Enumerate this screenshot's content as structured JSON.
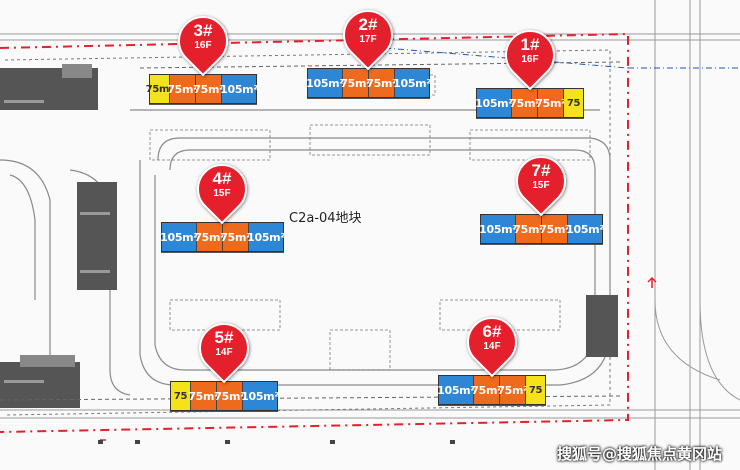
{
  "plot_label": "C2a-04地块",
  "watermark": "搜狐号@搜狐焦点黄冈站",
  "colors": {
    "unit_105": "#2e86d6",
    "unit_75": "#ee6a1c",
    "unit_75_small": "#f4e21a",
    "pin": "#e5202d",
    "boundary": "#e5202d"
  },
  "buildings": [
    {
      "id": "b3",
      "label": "3#",
      "floors": "16F",
      "units": [
        {
          "t": "75m²",
          "k": "y"
        },
        {
          "t": "75m²",
          "k": "o"
        },
        {
          "t": "75m²",
          "k": "o"
        },
        {
          "t": "105m²",
          "k": "b"
        }
      ]
    },
    {
      "id": "b2",
      "label": "2#",
      "floors": "17F",
      "units": [
        {
          "t": "105m²",
          "k": "b"
        },
        {
          "t": "75m²",
          "k": "o"
        },
        {
          "t": "75m²",
          "k": "o"
        },
        {
          "t": "105m²",
          "k": "b"
        }
      ]
    },
    {
      "id": "b1",
      "label": "1#",
      "floors": "16F",
      "units": [
        {
          "t": "105m²",
          "k": "b"
        },
        {
          "t": "75m²",
          "k": "o"
        },
        {
          "t": "75m²",
          "k": "o"
        },
        {
          "t": "75",
          "k": "y"
        }
      ]
    },
    {
      "id": "b4",
      "label": "4#",
      "floors": "15F",
      "units": [
        {
          "t": "105m²",
          "k": "b"
        },
        {
          "t": "75m²",
          "k": "o"
        },
        {
          "t": "75m²",
          "k": "o"
        },
        {
          "t": "105m²",
          "k": "b"
        }
      ]
    },
    {
      "id": "b7",
      "label": "7#",
      "floors": "15F",
      "units": [
        {
          "t": "105m²",
          "k": "b"
        },
        {
          "t": "75m²",
          "k": "o"
        },
        {
          "t": "75m²",
          "k": "o"
        },
        {
          "t": "105m²",
          "k": "b"
        }
      ]
    },
    {
      "id": "b5",
      "label": "5#",
      "floors": "14F",
      "units": [
        {
          "t": "75",
          "k": "y"
        },
        {
          "t": "75m²",
          "k": "o"
        },
        {
          "t": "75m²",
          "k": "o"
        },
        {
          "t": "105m²",
          "k": "b"
        }
      ]
    },
    {
      "id": "b6",
      "label": "6#",
      "floors": "14F",
      "units": [
        {
          "t": "105m²",
          "k": "b"
        },
        {
          "t": "75m²",
          "k": "o"
        },
        {
          "t": "75m²",
          "k": "o"
        },
        {
          "t": "75",
          "k": "y"
        }
      ]
    }
  ]
}
